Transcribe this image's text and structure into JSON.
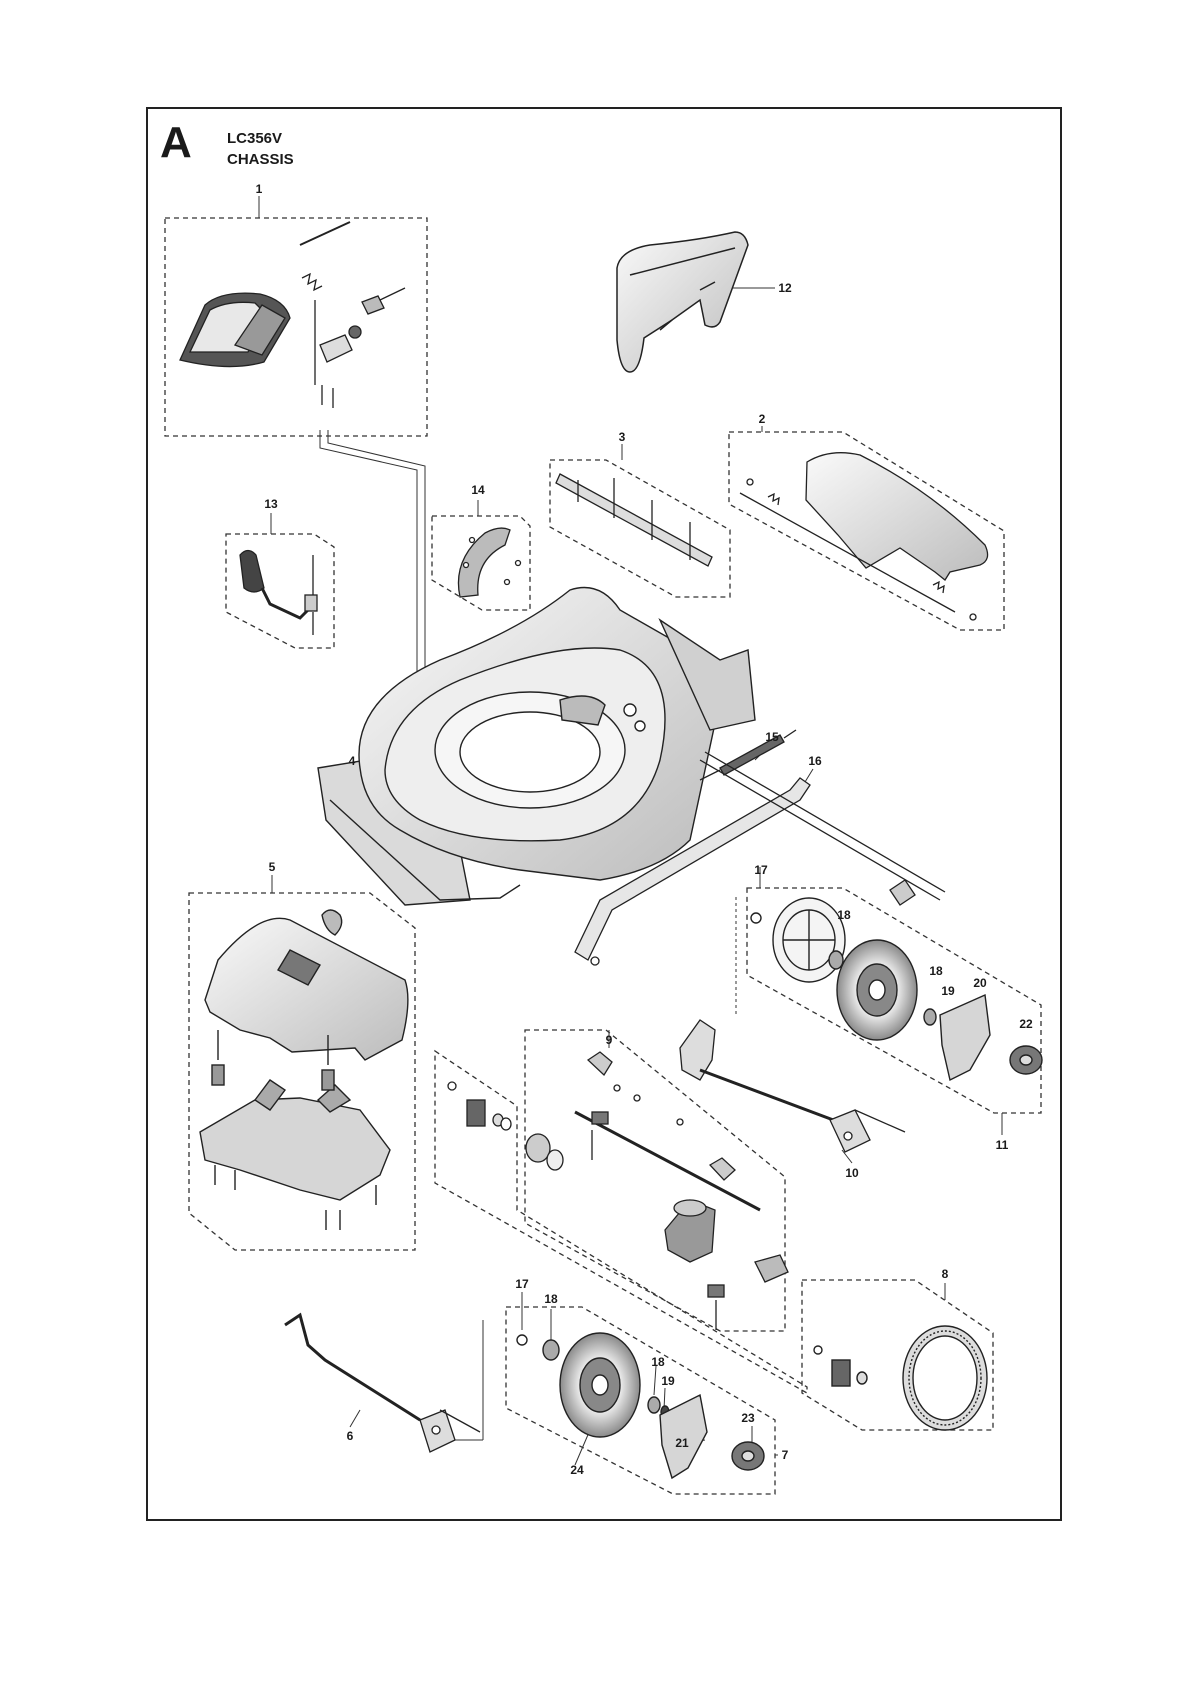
{
  "header": {
    "section_letter": "A",
    "model": "LC356V",
    "title": "CHASSIS"
  },
  "callouts": [
    "1",
    "2",
    "3",
    "4",
    "5",
    "6",
    "7",
    "8",
    "9",
    "10",
    "11",
    "12",
    "13",
    "14",
    "15",
    "16",
    "17",
    "18",
    "19",
    "20",
    "21",
    "22",
    "23",
    "24"
  ],
  "colors": {
    "line": "#222222",
    "part_fill": "#f2f2f2",
    "part_shade": "#bdbdbd",
    "part_dark": "#555555",
    "background": "#ffffff"
  }
}
